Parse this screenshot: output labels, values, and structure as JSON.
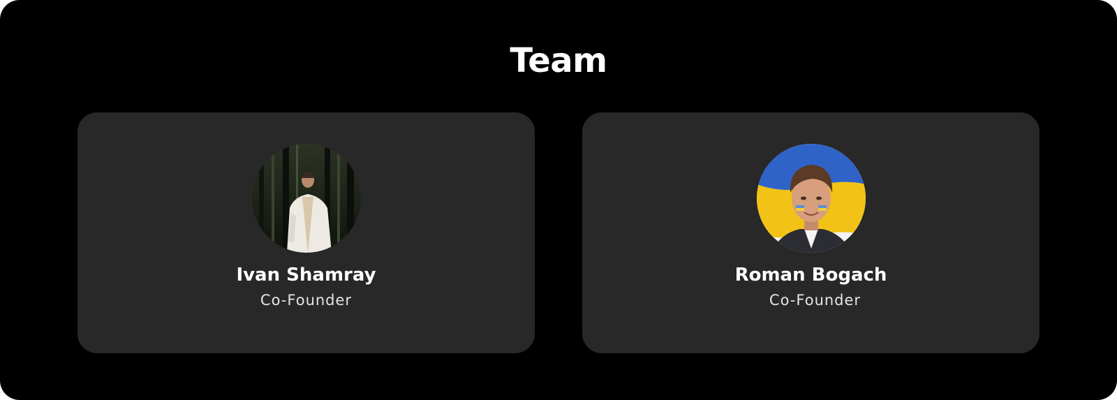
{
  "section": {
    "title": "Team"
  },
  "members": [
    {
      "name": "Ivan Shamray",
      "role": "Co-Founder",
      "avatar_icon": "avatar-photo-forest"
    },
    {
      "name": "Roman Bogach",
      "role": "Co-Founder",
      "avatar_icon": "avatar-illustration-flag"
    }
  ],
  "colors": {
    "background": "#000000",
    "card": "#282828",
    "text": "#ffffff",
    "flag_blue": "#2f63c8",
    "flag_yellow": "#f2c316"
  }
}
